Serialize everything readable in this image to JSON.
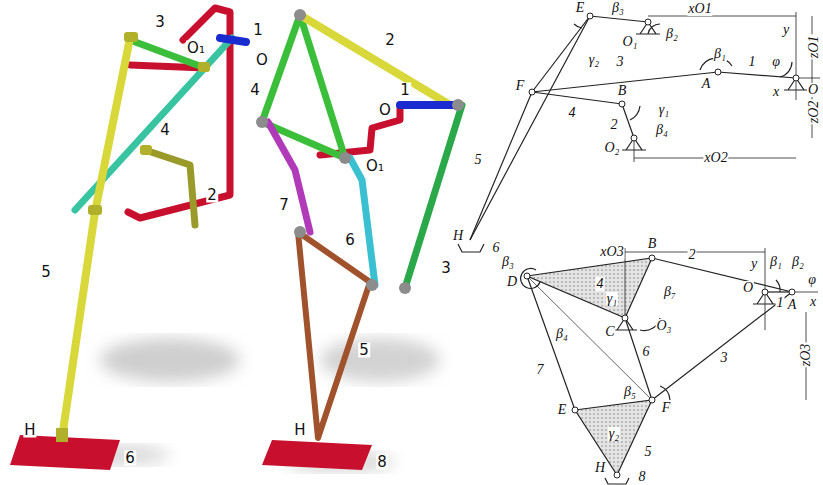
{
  "diagram": {
    "labels": [
      "3",
      "O₁",
      "1",
      "O",
      "4",
      "2",
      "5",
      "H",
      "6",
      "2",
      "4",
      "1",
      "O",
      "O₁",
      "7",
      "6",
      "3",
      "5",
      "H",
      "8",
      "E",
      "β₃",
      "xO1",
      "β₂",
      "O₁",
      "y",
      "zO1",
      "β₁",
      "φ",
      "3",
      "γ₂",
      "A",
      "1",
      "O",
      "x",
      "zO2",
      "F",
      "4",
      "B",
      "γ₁",
      "2",
      "β₄",
      "O₂",
      "xO2",
      "5",
      "H",
      "6",
      "xO3",
      "B",
      "y",
      "β₁",
      "β₂",
      "φ",
      "β₃",
      "4",
      "2",
      "β₇",
      "D",
      "γ₁",
      "C",
      "O₃",
      "1",
      "O",
      "A",
      "x",
      "zO3",
      "β₄",
      "7",
      "6",
      "3",
      "E",
      "β₅",
      "γ₂",
      "F",
      "5",
      "H",
      "8"
    ]
  }
}
